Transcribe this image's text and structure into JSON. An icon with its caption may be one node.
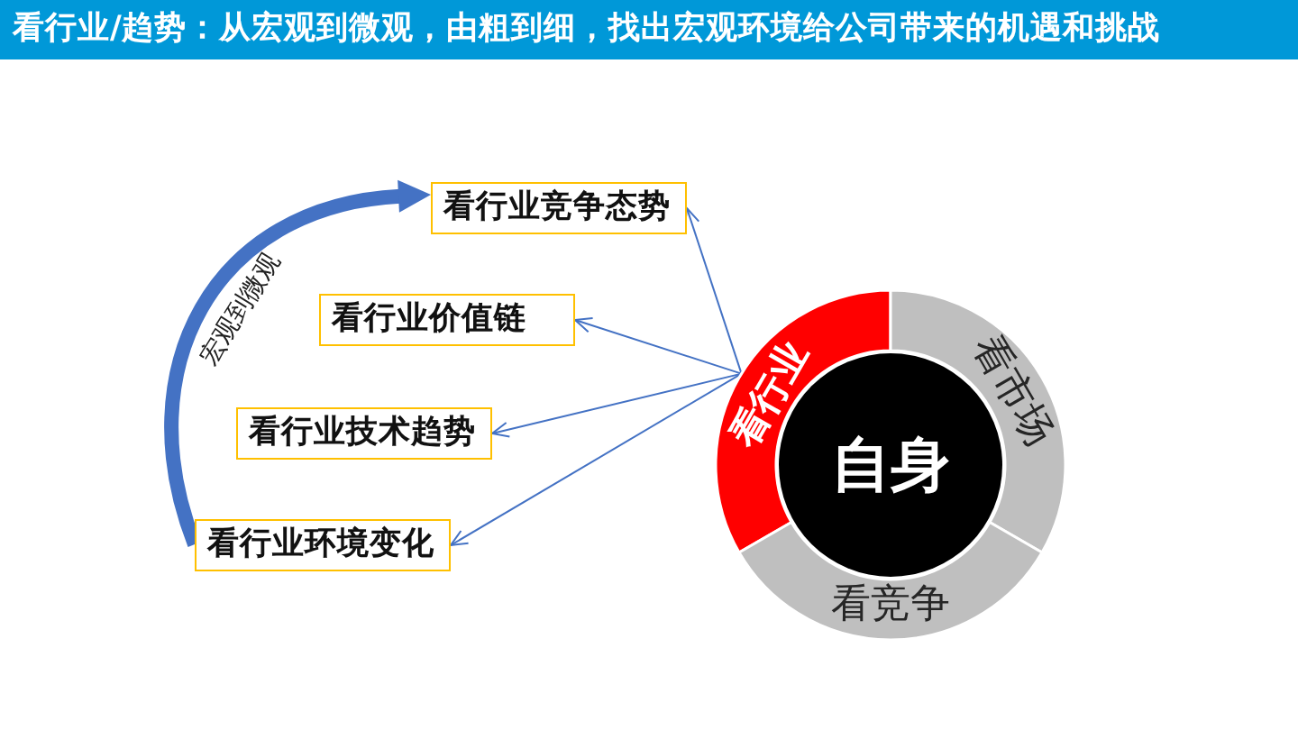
{
  "diagram": {
    "title": "看行业/趋势：从宏观到微观，由粗到细，找出宏观环境给公司带来的机遇和挑战",
    "nodes": [
      {
        "text": [
          "看行业竞争态势"
        ]
      },
      {
        "text": [
          "看行业价值链"
        ]
      },
      {
        "text": [
          "看行业技术趋势"
        ]
      },
      {
        "text": [
          "看行业环境变化"
        ]
      },
      {
        "text": [
          "看行业"
        ]
      },
      {
        "text": [
          "看市场"
        ]
      },
      {
        "text": [
          "自身"
        ]
      },
      {
        "text": [
          "看竞争"
        ]
      }
    ],
    "edges": [
      {
        "from": 4,
        "to": 0,
        "arrow": "to"
      },
      {
        "from": 4,
        "to": 1,
        "arrow": "to"
      },
      {
        "from": 4,
        "to": 2,
        "arrow": "to"
      },
      {
        "from": 4,
        "to": 3,
        "arrow": "to"
      },
      {
        "from": 3,
        "to": 0,
        "arrow": "to",
        "label": "宏观到微观",
        "style": "thick"
      }
    ]
  }
}
